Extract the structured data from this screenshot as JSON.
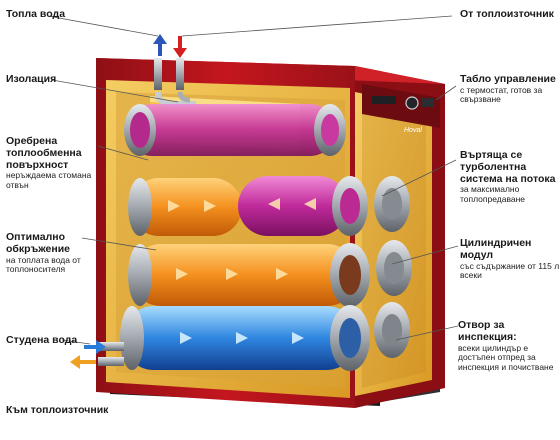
{
  "labels": {
    "hot_water": {
      "title": "Топла вода"
    },
    "from_heat_source": {
      "title": "От топлоизточник"
    },
    "insulation": {
      "title": "Изолация"
    },
    "control_panel": {
      "title": "Табло управление",
      "desc": "с термостат, готов за свързване"
    },
    "finned_surface": {
      "title_1": "Оребрена",
      "title_2": "топлообменна",
      "title_3": "повърхност",
      "desc_1": "неръждаема стомана",
      "desc_2": "отвън"
    },
    "turbo_system": {
      "title_1": "Въртяща се",
      "title_2": "турболентна",
      "title_3": "система на потока",
      "desc_1": "за максимално",
      "desc_2": "топлопредаване"
    },
    "optimal_env": {
      "title_1": "Оптимално",
      "title_2": "обкръжение",
      "desc_1": "на топлата вода от",
      "desc_2": "топлоносителя"
    },
    "cyl_module": {
      "title": "Цилиндричен модул",
      "desc_1": "със съдържание от 115 л",
      "desc_2": "всеки"
    },
    "cold_water": {
      "title": "Студена вода"
    },
    "inspection": {
      "title": "Отвор за инспекция:",
      "desc_1": "всеки цилиндър е",
      "desc_2": "достъпен отпред за",
      "desc_3": "инспекция и почистване"
    },
    "to_heat_source": {
      "title": "Към топлоизточник"
    }
  },
  "brand": "Hoval",
  "colors": {
    "casing_red": "#b8141c",
    "casing_dark": "#7a0c12",
    "insulation": "#e8b23a",
    "steel": "#9aa0a6",
    "hot_orange": "#f08a1e",
    "hot_magenta": "#c0208c",
    "cold_blue": "#2a6fd0",
    "arrow_red": "#d42020",
    "arrow_blue": "#2050b0"
  }
}
